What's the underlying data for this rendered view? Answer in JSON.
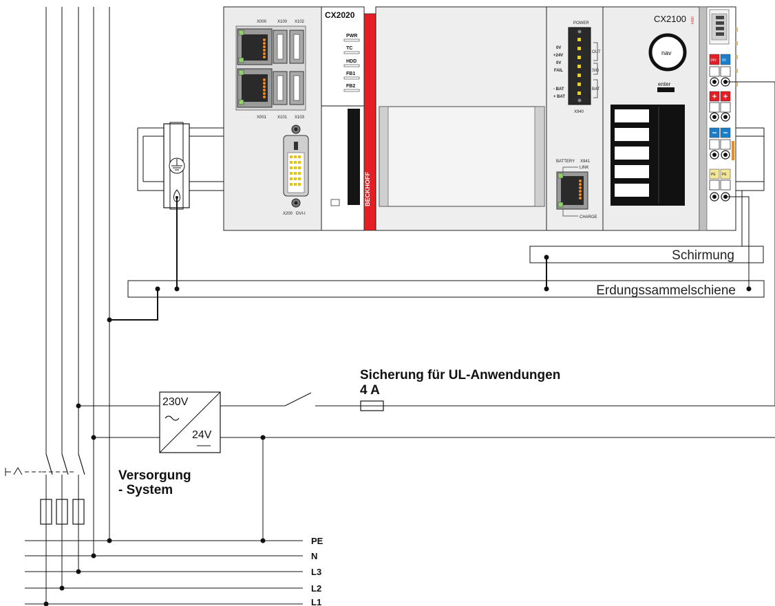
{
  "device": {
    "cx2020_title": "CX2020",
    "cx2100_title": "CX2100",
    "cx2100_variant": "0904",
    "brand": "BECKHOFF",
    "eth_top": [
      "X000",
      "X100",
      "X102"
    ],
    "eth_bottom": [
      "X001",
      "X101",
      "X103"
    ],
    "dvi_labels": [
      "X200",
      "DVI-I"
    ],
    "leds": [
      "PWR",
      "TC",
      "HDD",
      "FB1",
      "FB2"
    ],
    "power_title": "POWER",
    "power_pins": [
      "0V",
      "+24V",
      "0V",
      "FAIL",
      "- BAT",
      "+ BAT"
    ],
    "power_groups": [
      "OUT",
      "SIG",
      "BAT"
    ],
    "power_connector": "X940",
    "battery_label": "BATTERY",
    "battery_connector": "X941",
    "battery_link": "LINK",
    "battery_charge": "CHARGE",
    "nav_label": "nav",
    "enter_label": "enter",
    "terminal_pe": "PE",
    "terminal_0v": "0V",
    "terminal_24v": "24V"
  },
  "wiring": {
    "shield_bar": "Schirmung",
    "ground_bar": "Erdungssammelschiene",
    "fuse_title": "Sicherung für UL-Anwendungen",
    "fuse_rating": "4 A",
    "psu_in": "230V",
    "psu_out": "24V",
    "psu_caption_1": "Versorgung",
    "psu_caption_2": "- System",
    "busbars": [
      "PE",
      "N",
      "L3",
      "L2",
      "L1"
    ]
  }
}
